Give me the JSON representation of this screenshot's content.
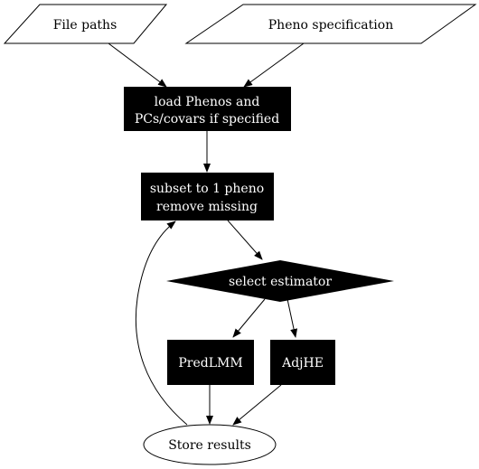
{
  "diagram": {
    "nodes": {
      "file_paths": {
        "label": "File paths"
      },
      "pheno_spec": {
        "label": "Pheno specification"
      },
      "load": {
        "line1": "load Phenos and",
        "line2": "PCs/covars if specified"
      },
      "subset": {
        "line1": "subset to 1 pheno",
        "line2": "remove missing"
      },
      "select": {
        "label": "select estimator"
      },
      "predlmm": {
        "label": "PredLMM"
      },
      "adjhe": {
        "label": "AdjHE"
      },
      "store": {
        "label": "Store results"
      }
    },
    "colors": {
      "fill_dark": "#000000",
      "text_light": "#ffffff",
      "background": "#ffffff"
    }
  }
}
